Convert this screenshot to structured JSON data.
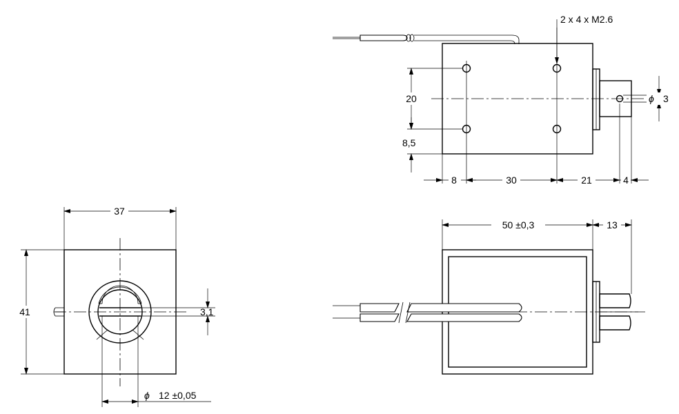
{
  "drawing": {
    "top_view": {
      "holes_label": "2 x 4 x M2.6",
      "dims": {
        "height_20": "20",
        "offset_8_5": "8,5",
        "left_8": "8",
        "pitch_30": "30",
        "right_21": "21",
        "plunger_4": "4",
        "phi": "ϕ",
        "plunger_dia_3": "3"
      }
    },
    "front_view": {
      "dims": {
        "width_37": "37",
        "height_41": "41",
        "slot_3_1": "3,1",
        "phi": "ϕ",
        "bore_12": "12 ±0,05"
      }
    },
    "side_view": {
      "dims": {
        "length_50": "50 ±0,3",
        "stroke_13": "13"
      }
    }
  }
}
